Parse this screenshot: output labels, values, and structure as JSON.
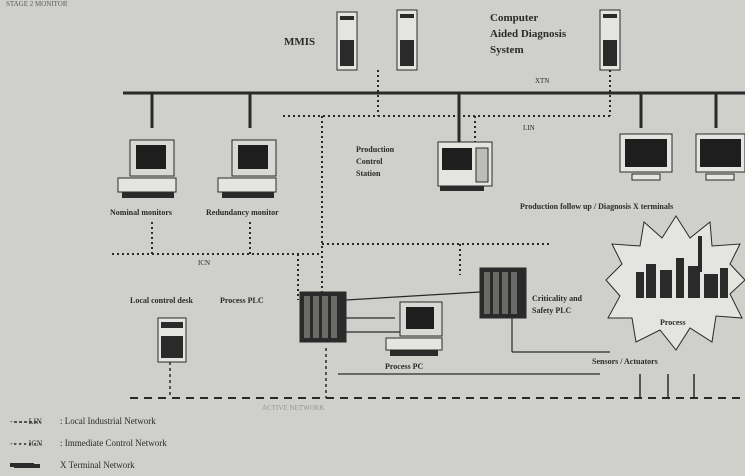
{
  "header": {
    "caption": "STAGE 2 MONITOR"
  },
  "labels": {
    "mmis": "MMIS",
    "cads_line1": "Computer",
    "cads_line2": "Aided Diagnosis",
    "cads_line3": "System",
    "xtn": "XTN",
    "lin": "LIN",
    "production_control_line1": "Production",
    "production_control_line2": "Control",
    "production_control_line3": "Station",
    "nominal_monitors": "Nominal monitors",
    "redundancy_monitor": "Redundancy monitor",
    "production_follow_up": "Production follow up / Diagnosis X terminals",
    "icn": "ICN",
    "local_control_desk": "Local control desk",
    "process_plc": "Process PLC",
    "criticality_safety_plc_line1": "Criticality and",
    "criticality_safety_plc_line2": "Safety PLC",
    "process_pc": "Process PC",
    "process": "Process",
    "sensors_actuators": "Sensors / Actuators",
    "faded_caption": "ACTIVE NETWORK"
  },
  "legend": [
    {
      "symbol": "- - - - LIN",
      "text": ": Local Industrial Network"
    },
    {
      "symbol": "- - - - ICN",
      "text": ": Immediate Control Network"
    },
    {
      "symbol": "",
      "text": "X Terminal Network"
    }
  ],
  "colors": {
    "background": "#cfcfcb",
    "line": "#2a2a2a",
    "screen": "#1e1e1e",
    "device": "#e4e4e0"
  }
}
